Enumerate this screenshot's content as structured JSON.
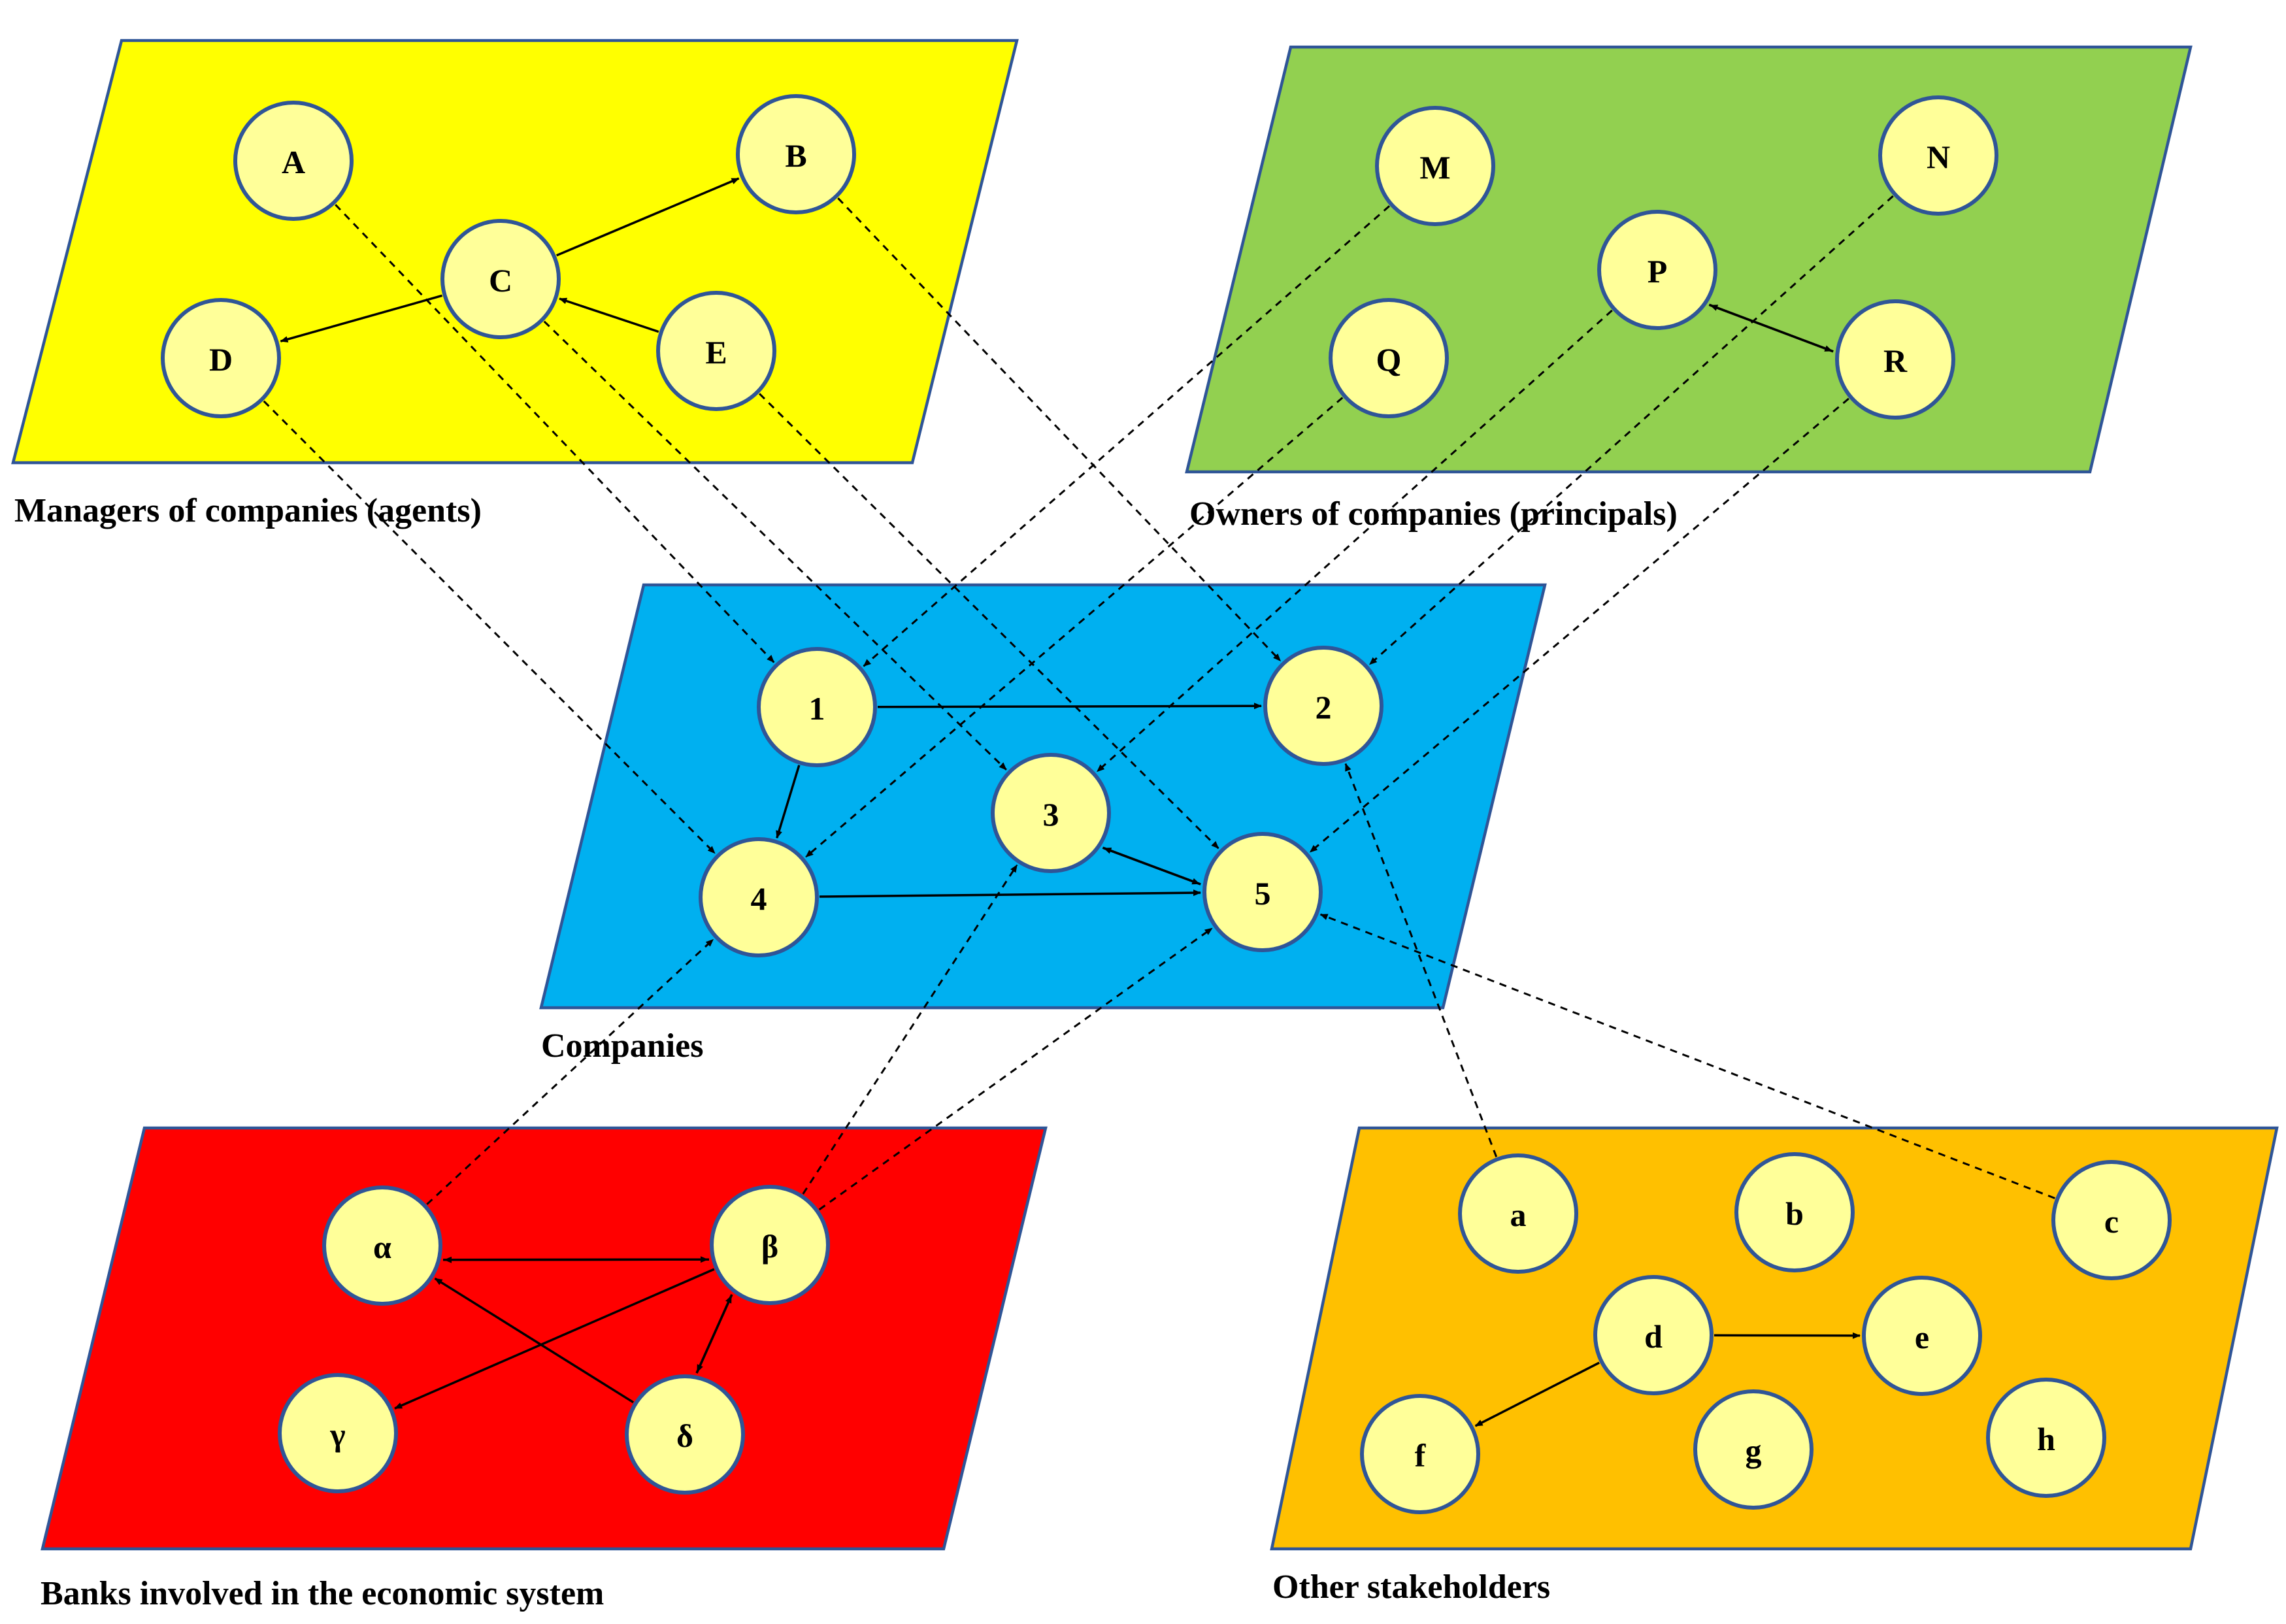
{
  "planes": [
    {
      "id": "managers",
      "caption": "Managers of companies (agents)",
      "color": "#ffff00"
    },
    {
      "id": "owners",
      "caption": "Owners of companies (principals)",
      "color": "#92d050"
    },
    {
      "id": "companies",
      "caption": "Companies",
      "color": "#00b0f0"
    },
    {
      "id": "banks",
      "caption": "Banks involved in the economic system",
      "color": "#ff0000"
    },
    {
      "id": "stakeholders",
      "caption": "Other stakeholders",
      "color": "#ffc000"
    }
  ],
  "nodes": [
    {
      "id": "A",
      "label": "A",
      "group": "managers"
    },
    {
      "id": "B",
      "label": "B",
      "group": "managers"
    },
    {
      "id": "C",
      "label": "C",
      "group": "managers"
    },
    {
      "id": "D",
      "label": "D",
      "group": "managers"
    },
    {
      "id": "E",
      "label": "E",
      "group": "managers"
    },
    {
      "id": "M",
      "label": "M",
      "group": "owners"
    },
    {
      "id": "N",
      "label": "N",
      "group": "owners"
    },
    {
      "id": "P",
      "label": "P",
      "group": "owners"
    },
    {
      "id": "Q",
      "label": "Q",
      "group": "owners"
    },
    {
      "id": "R",
      "label": "R",
      "group": "owners"
    },
    {
      "id": "c1",
      "label": "1",
      "group": "companies"
    },
    {
      "id": "c2",
      "label": "2",
      "group": "companies"
    },
    {
      "id": "c3",
      "label": "3",
      "group": "companies"
    },
    {
      "id": "c4",
      "label": "4",
      "group": "companies"
    },
    {
      "id": "c5",
      "label": "5",
      "group": "companies"
    },
    {
      "id": "alpha",
      "label": "α",
      "group": "banks"
    },
    {
      "id": "beta",
      "label": "β",
      "group": "banks"
    },
    {
      "id": "gamma",
      "label": "γ",
      "group": "banks"
    },
    {
      "id": "delta",
      "label": "δ",
      "group": "banks"
    },
    {
      "id": "sa",
      "label": "a",
      "group": "stakeholders"
    },
    {
      "id": "sb",
      "label": "b",
      "group": "stakeholders"
    },
    {
      "id": "sc",
      "label": "c",
      "group": "stakeholders"
    },
    {
      "id": "sd",
      "label": "d",
      "group": "stakeholders"
    },
    {
      "id": "se",
      "label": "e",
      "group": "stakeholders"
    },
    {
      "id": "sf",
      "label": "f",
      "group": "stakeholders"
    },
    {
      "id": "sg",
      "label": "g",
      "group": "stakeholders"
    },
    {
      "id": "sh",
      "label": "h",
      "group": "stakeholders"
    }
  ],
  "edges": [
    {
      "from": "C",
      "to": "B",
      "style": "solid"
    },
    {
      "from": "C",
      "to": "D",
      "style": "solid"
    },
    {
      "from": "E",
      "to": "C",
      "style": "solid"
    },
    {
      "from": "P",
      "to": "R",
      "style": "solid"
    },
    {
      "from": "R",
      "to": "P",
      "style": "solid"
    },
    {
      "from": "c1",
      "to": "c2",
      "style": "solid"
    },
    {
      "from": "c1",
      "to": "c4",
      "style": "solid"
    },
    {
      "from": "c4",
      "to": "c5",
      "style": "solid"
    },
    {
      "from": "c3",
      "to": "c5",
      "style": "solid"
    },
    {
      "from": "c5",
      "to": "c3",
      "style": "solid"
    },
    {
      "from": "alpha",
      "to": "beta",
      "style": "solid"
    },
    {
      "from": "beta",
      "to": "alpha",
      "style": "solid"
    },
    {
      "from": "beta",
      "to": "gamma",
      "style": "solid"
    },
    {
      "from": "delta",
      "to": "alpha",
      "style": "solid"
    },
    {
      "from": "beta",
      "to": "delta",
      "style": "solid"
    },
    {
      "from": "delta",
      "to": "beta",
      "style": "solid"
    },
    {
      "from": "sd",
      "to": "se",
      "style": "solid"
    },
    {
      "from": "sd",
      "to": "sf",
      "style": "solid"
    },
    {
      "from": "A",
      "to": "c1",
      "style": "dashed"
    },
    {
      "from": "B",
      "to": "c2",
      "style": "dashed"
    },
    {
      "from": "C",
      "to": "c3",
      "style": "dashed"
    },
    {
      "from": "D",
      "to": "c4",
      "style": "dashed"
    },
    {
      "from": "E",
      "to": "c5",
      "style": "dashed"
    },
    {
      "from": "M",
      "to": "c1",
      "style": "dashed"
    },
    {
      "from": "N",
      "to": "c2",
      "style": "dashed"
    },
    {
      "from": "P",
      "to": "c3",
      "style": "dashed"
    },
    {
      "from": "Q",
      "to": "c4",
      "style": "dashed"
    },
    {
      "from": "R",
      "to": "c5",
      "style": "dashed"
    },
    {
      "from": "alpha",
      "to": "c4",
      "style": "dashed"
    },
    {
      "from": "beta",
      "to": "c3",
      "style": "dashed"
    },
    {
      "from": "beta",
      "to": "c5",
      "style": "dashed"
    },
    {
      "from": "sa",
      "to": "c2",
      "style": "dashed"
    },
    {
      "from": "sc",
      "to": "c5",
      "style": "dashed"
    }
  ]
}
